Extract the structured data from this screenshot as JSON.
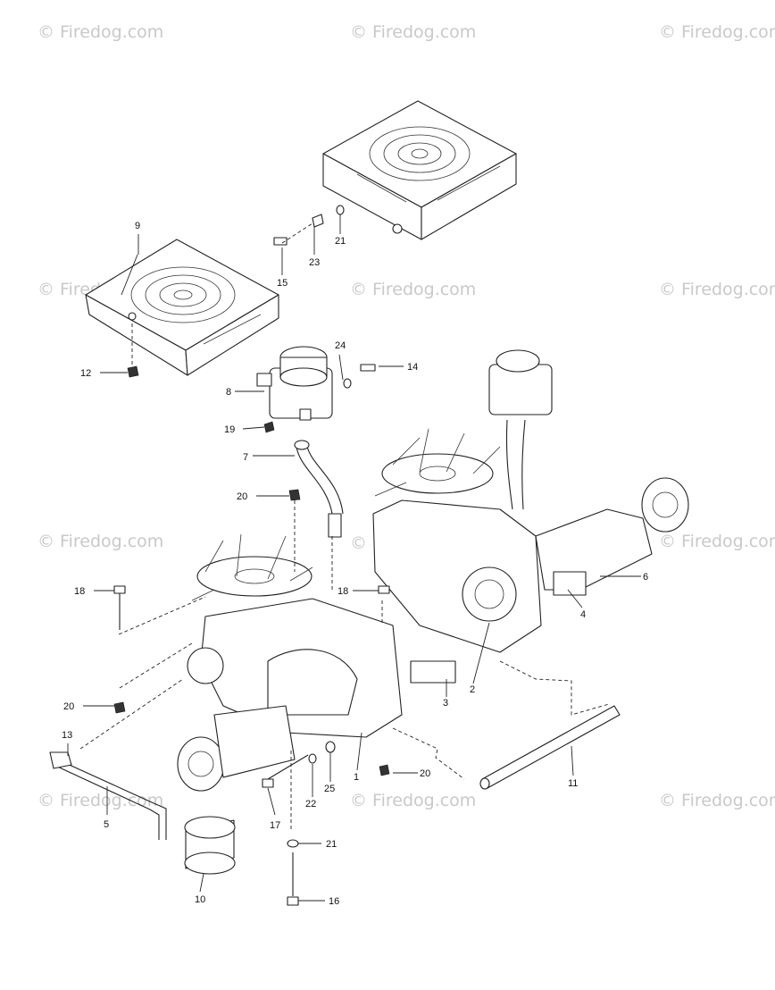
{
  "watermark": "© Firedog.com",
  "callouts": {
    "c1": "1",
    "c2": "2",
    "c3": "3",
    "c4": "4",
    "c5": "5",
    "c6": "6",
    "c7": "7",
    "c8": "8",
    "c9": "9",
    "c10": "10",
    "c11": "11",
    "c12": "12",
    "c13": "13",
    "c14": "14",
    "c15": "15",
    "c16": "16",
    "c17": "17",
    "c18a": "18",
    "c18b": "18",
    "c19": "19",
    "c20a": "20",
    "c20b": "20",
    "c20c": "20",
    "c21a": "21",
    "c21b": "21",
    "c22": "22",
    "c23": "23",
    "c24": "24",
    "c25": "25"
  }
}
